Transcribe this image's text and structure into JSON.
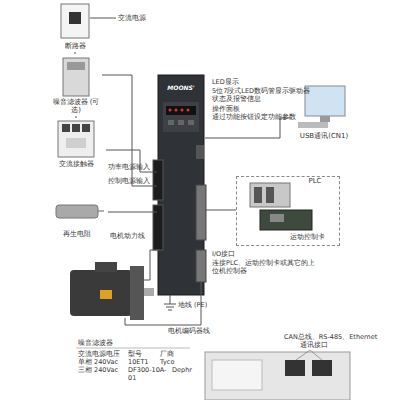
{
  "diagram": {
    "nodes": [
      {
        "text": [
          "断路器"
        ]
      },
      {
        "text": [
          "噪音滤波器 (可选)"
        ]
      },
      {
        "text": [
          "交流接触器"
        ]
      },
      {
        "text": [
          "再生电阻"
        ]
      },
      {
        "text": [
          "MOONS'"
        ]
      },
      {
        "text": [
          "USB通讯(CN1)"
        ]
      },
      {
        "text": [
          "PLC",
          "运动控制卡"
        ]
      }
    ],
    "edges": [
      {
        "from": 0,
        "to": 1,
        "arrow": "none"
      },
      {
        "from": 1,
        "to": 2,
        "arrow": "none"
      },
      {
        "from": 2,
        "to": 4,
        "label": "功率电源输入",
        "arrow": "to"
      },
      {
        "from": 1,
        "to": 4,
        "label": "控制电源输入",
        "arrow": "to"
      },
      {
        "from": 3,
        "to": 4,
        "arrow": "none"
      },
      {
        "from": 4,
        "to": 5,
        "arrow": "none"
      },
      {
        "from": 4,
        "to": 6,
        "arrow": "none"
      }
    ],
    "labels": [
      "交流电源",
      "LED显示",
      "5位7段式LED数码管显示驱动器状态及报警信息",
      "操作面板",
      "通过功能按钮设定功能参数",
      "电机动力线",
      "地线 (PE)",
      "电机编码器线",
      "I/O接口",
      "连接PLC、运动控制卡或其它的上位机控制器",
      "噪音滤波器",
      "交流电源电压",
      "型号",
      "厂商",
      "单相 240Vac",
      "10ET1",
      "Tyco",
      "三相 240Vac",
      "DF300-10A-01",
      "Dephr",
      "CAN总线、RS-485、Ethernet",
      "通讯接口"
    ]
  }
}
